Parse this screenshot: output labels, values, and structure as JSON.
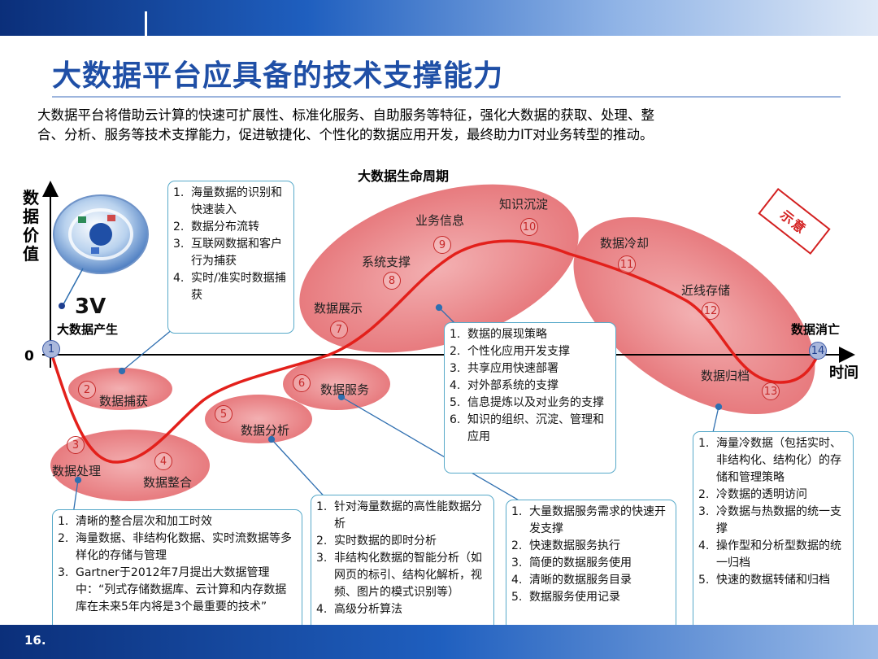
{
  "page": {
    "title": "大数据平台应具备的技术支撑能力",
    "intro_lines": [
      "大数据平台将借助云计算的快速可扩展性、标准化服务、自助服务等特征，强化大数据的获取、处理、整",
      "合、分析、服务等技术支撑能力，促进敏捷化、个性化的数据应用开发，最终助力IT对业务转型的推动。"
    ],
    "page_number": "16."
  },
  "diagram": {
    "lifecycle_title": "大数据生命周期",
    "y_axis_label": "数据价值",
    "x_axis_label": "时间",
    "origin_label": "0",
    "badge_3v": "3V",
    "birth_label": "大数据产生",
    "death_label": "数据消亡",
    "stamp_label": "示意",
    "stages": [
      {
        "num": "1",
        "label": ""
      },
      {
        "num": "2",
        "label": "数据捕获"
      },
      {
        "num": "3",
        "label": "数据处理"
      },
      {
        "num": "4",
        "label": "数据整合"
      },
      {
        "num": "5",
        "label": "数据分析"
      },
      {
        "num": "6",
        "label": "数据服务"
      },
      {
        "num": "7",
        "label": "数据展示"
      },
      {
        "num": "8",
        "label": "系统支撑"
      },
      {
        "num": "9",
        "label": "业务信息"
      },
      {
        "num": "10",
        "label": "知识沉淀"
      },
      {
        "num": "11",
        "label": "数据冷却"
      },
      {
        "num": "12",
        "label": "近线存储"
      },
      {
        "num": "13",
        "label": "数据归档"
      },
      {
        "num": "14",
        "label": ""
      }
    ],
    "callouts": [
      {
        "items": [
          "海量数据的识别和快速装入",
          "数据分布流转",
          "互联网数据和客户行为捕获",
          "实时/准实时数据捕获"
        ]
      },
      {
        "items": [
          "数据的展现策略",
          "个性化应用开发支撑",
          "共享应用快速部署",
          "对外部系统的支撑",
          "信息提炼以及对业务的支撑",
          "知识的组织、沉淀、管理和应用"
        ]
      },
      {
        "items": [
          "清晰的整合层次和加工时效",
          "海量数据、非结构化数据、实时流数据等多样化的存储与管理",
          "Gartner于2012年7月提出大数据管理中：“列式存储数据库、云计算和内存数据库在未来5年内将是3个最重要的技术”"
        ]
      },
      {
        "items": [
          "针对海量数据的高性能数据分析",
          "实时数据的即时分析",
          "非结构化数据的智能分析（如网页的标引、结构化解析，视频、图片的模式识别等）",
          "高级分析算法"
        ]
      },
      {
        "items": [
          "大量数据服务需求的快速开发支撑",
          "快速数据服务执行",
          "简便的数据服务使用",
          "清晰的数据服务目录",
          "数据服务使用记录"
        ]
      },
      {
        "items": [
          "海量冷数据（包括实时、非结构化、结构化）的存储和管理策略",
          "冷数据的透明访问",
          "冷数据与热数据的统一支撑",
          "操作型和分析型数据的统一归档",
          "快速的数据转储和归档"
        ]
      }
    ],
    "colors": {
      "curve": "#e3201b",
      "ellipse_fill": "#e9787b",
      "callout_border": "#57a9c9",
      "title": "#1f4fa6"
    }
  }
}
